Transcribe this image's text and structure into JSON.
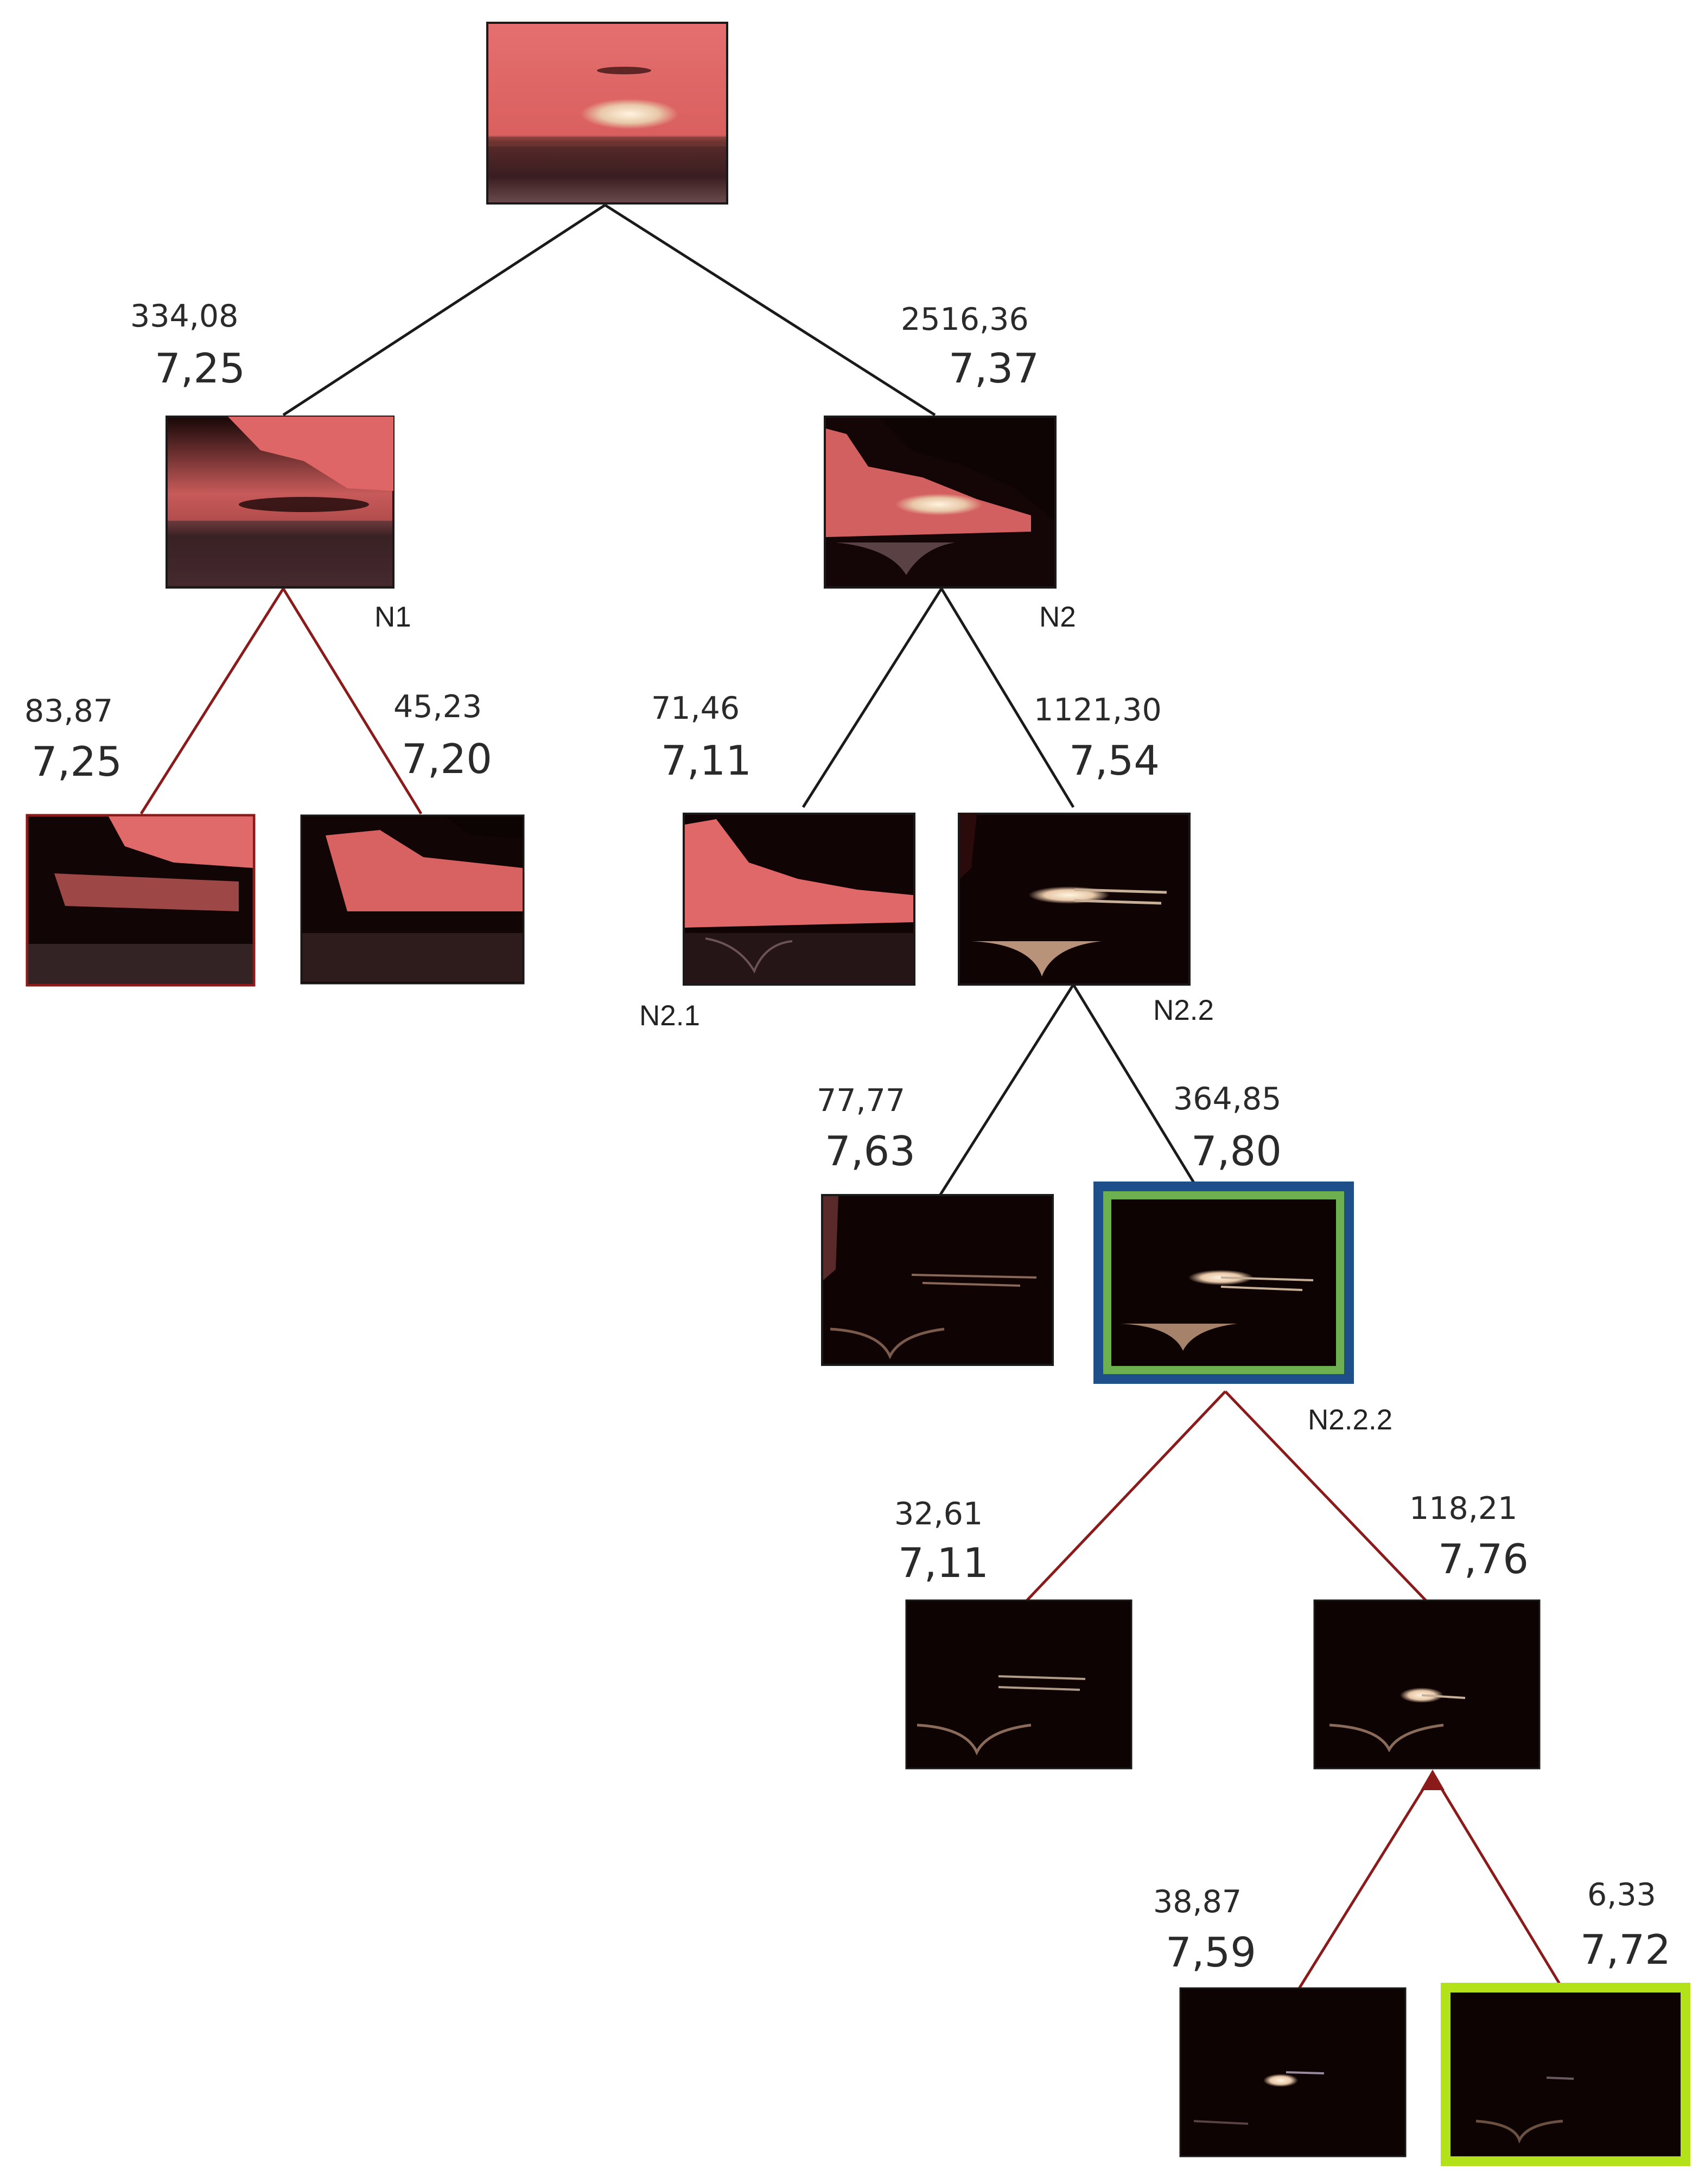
{
  "colors": {
    "black_edge": "#1a1a1a",
    "red_edge": "#8b1a1a",
    "highlight_outer": "#1f4f8a",
    "highlight_inner": "#6db04f",
    "final_highlight": "#b4e21a",
    "sky": "#e06a6a",
    "dark": "#0d0505"
  },
  "root": {},
  "n1": {
    "name": "N1",
    "value": "334,08",
    "score": "7,25"
  },
  "n1a": {
    "value": "83,87",
    "score": "7,25"
  },
  "n1b": {
    "value": "45,23",
    "score": "7,20"
  },
  "n2": {
    "name": "N2",
    "value": "2516,36",
    "score": "7,37"
  },
  "n21": {
    "name": "N2.1",
    "value": "71,46",
    "score": "7,11"
  },
  "n22": {
    "name": "N2.2",
    "value": "1121,30",
    "score": "7,54"
  },
  "n221": {
    "value": "77,77",
    "score": "7,63"
  },
  "n222": {
    "name": "N2.2.2",
    "value": "364,85",
    "score": "7,80"
  },
  "n2221": {
    "value": "32,61",
    "score": "7,11"
  },
  "n2222": {
    "value": "118,21",
    "score": "7,76"
  },
  "n22221": {
    "value": "38,87",
    "score": "7,59"
  },
  "n22222": {
    "value": "6,33",
    "score": "7,72"
  }
}
